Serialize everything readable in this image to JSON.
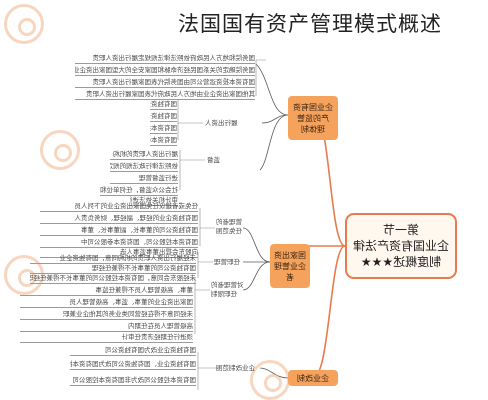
{
  "page": {
    "title": "法国国有资产管理模式概述"
  },
  "root": {
    "lines": [
      "第一节",
      "企业国有资产法律",
      "制度概述★★★"
    ]
  },
  "branches": [
    {
      "id": "b1",
      "lines": [
        "企业国有资",
        "产的监管",
        "理体制"
      ]
    },
    {
      "id": "b2",
      "lines": [
        "国家出资",
        "企业管理",
        "者"
      ]
    },
    {
      "id": "b3",
      "lines": [
        "企业改制"
      ]
    }
  ],
  "sub_labels": {
    "b1_mid": "履行出资人",
    "b1_lower": "监督",
    "b2_top": [
      "管理者的",
      "任免范围"
    ],
    "b2_mid": "任职管理",
    "b2_lower": [
      "对管理者的",
      "任职限制"
    ],
    "b3_sub": "企业改制范围"
  },
  "leaves": {
    "b1_top": [
      "国务院和地方人民政府依照法律法规规定履行出资人职责",
      "国务院确定的关系国民经济命脉和国家安全的大型国家出资企业",
      "国有资本投资运营公司由国务院代表国家履行出资人职责",
      "其他国家出资企业由地方人民政府代表国家履行出资人职责"
    ],
    "b1_mid": [
      "国有独资企业",
      "国有独资公司",
      "国有资本控股公司",
      "国有资本参股公司"
    ],
    "b1_lower": [
      "履行出资人职责的机构",
      "依照法律行政法规的规定对国家出资企业",
      "进行监督管理"
    ],
    "b1_bottom": [
      "社会公众监督，任何单位和个人有权对造成国有资产损失的行为进行检举和控告",
      "审计机关依法进行审计监督"
    ],
    "b2_top": [
      "任免或者建议任免国家出资企业的下列人员",
      "国有独资企业的经理、副经理、财务负责人",
      "国有独资公司的董事长、副董事长、董事",
      "国有资本控股公司、国有资本参股公司中",
      "向股东会提出董事监事人选"
    ],
    "b2_mid": [
      "未经履行出资人职责的机构同意，国有独资企业",
      "国有独资公司的董事长不得兼任经理",
      "未经股东会同意，国有资本控股公司的董事长不得兼任经理"
    ],
    "b2_lower": [
      "董事、高级管理人员不得兼任监事",
      "国家出资企业的董事、监事、高级管理人员",
      "未经同意不得在经营同类业务的其他企业兼职",
      "高级管理人员在任期内",
      "须进行任期经济责任审计"
    ],
    "b3_items": [
      "国有独资企业改为国有独资公司",
      "国有独资企业、国有独资公司改为国有资本控股公司",
      "国有资本控股公司改为非国有资本控股公司"
    ]
  }
}
